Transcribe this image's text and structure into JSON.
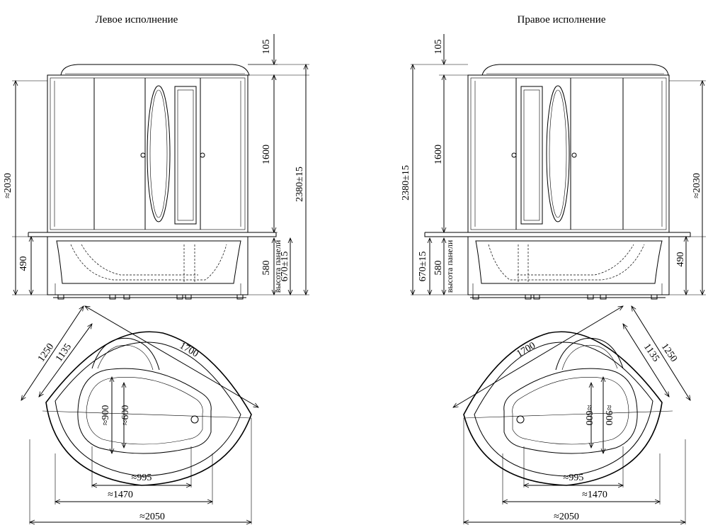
{
  "titles": {
    "left": "Левое исполнение",
    "right": "Правое исполнение"
  },
  "front_left": {
    "d_105": "105",
    "d_1600": "1600",
    "d_2380": "2380±15",
    "d_2030": "≈2030",
    "d_490": "490",
    "d_580": "580",
    "d_panel": "высота панели",
    "d_670": "670±15"
  },
  "front_right": {
    "d_105": "105",
    "d_1600": "1600",
    "d_2380": "2380±15",
    "d_2030": "≈2030",
    "d_490": "490",
    "d_580": "580",
    "d_panel": "высота панели",
    "d_670": "670±15"
  },
  "plan_left": {
    "d_1250": "1250",
    "d_1135": "1135",
    "d_1700": "1700",
    "d_900": "≈900",
    "d_600": "≈600",
    "d_995": "≈995",
    "d_1470": "≈1470",
    "d_2050": "≈2050"
  },
  "plan_right": {
    "d_1700": "1700",
    "d_1135": "1135",
    "d_1250": "1250",
    "d_600": "≈600",
    "d_900": "≈900",
    "d_995": "≈995",
    "d_1470": "≈1470",
    "d_2050": "≈2050"
  }
}
